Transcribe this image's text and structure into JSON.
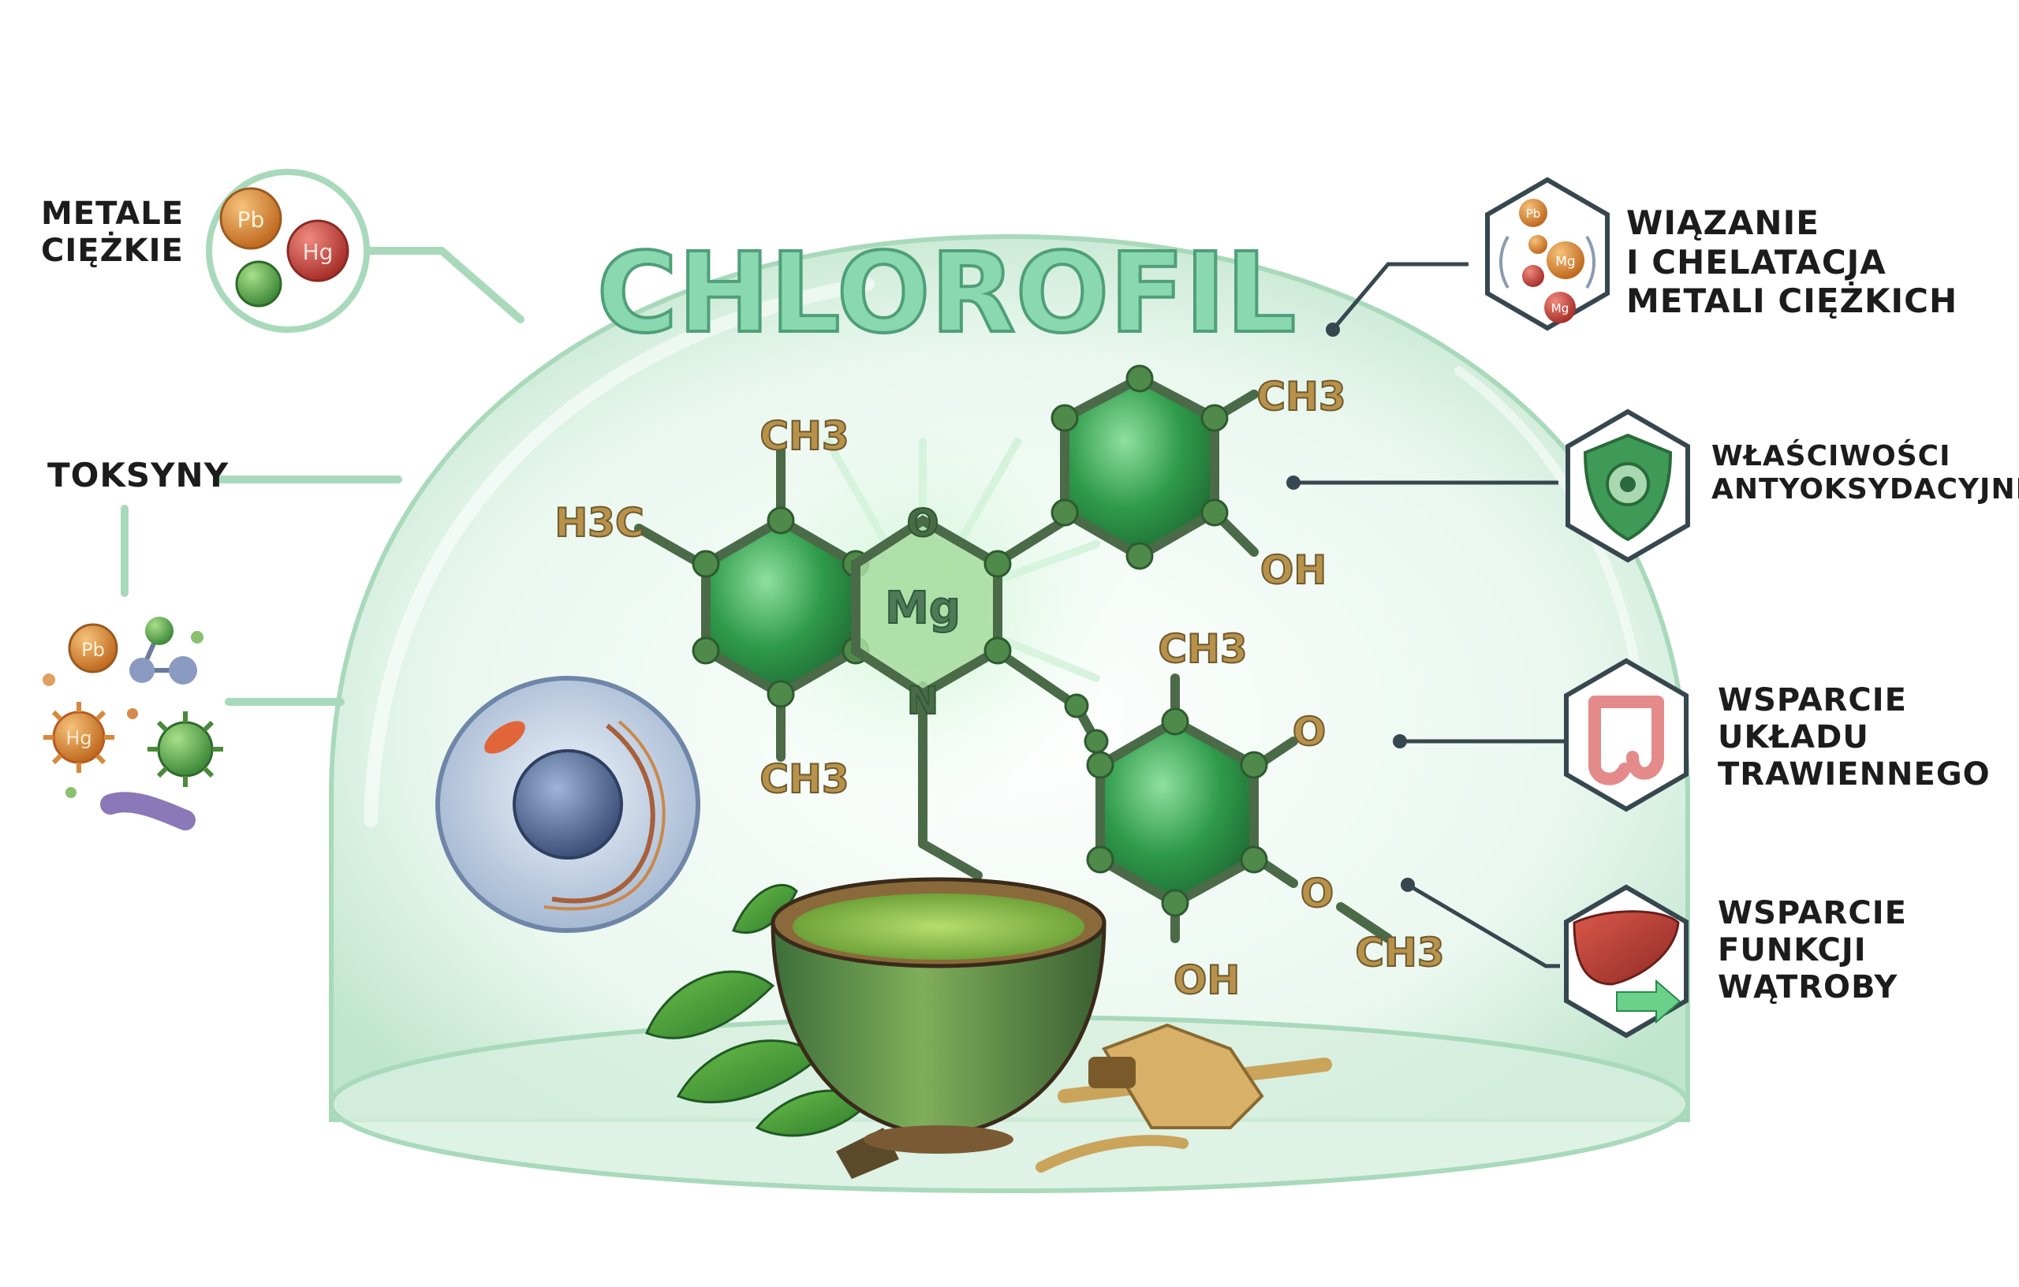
{
  "title": "CHLOROFIL",
  "left_labels": {
    "heavy_metals": [
      "METALE",
      "CIĘŻKIE"
    ],
    "toxins": "TOKSYNY"
  },
  "right_labels": {
    "chelation": [
      "WIĄZANIE",
      "I CHELATACJA",
      "METALI CIĘŻKICH"
    ],
    "antioxidant": [
      "WŁAŚCIWOŚCI",
      "ANTYOKSYDACYJNE"
    ],
    "digestion": [
      "WSPARCIE",
      "UKŁADU",
      "TRAWIENNEGO"
    ],
    "liver": [
      "WSPARCIE",
      "FUNKCJI",
      "WĄTROBY"
    ]
  },
  "molecule_labels": {
    "center": "Mg",
    "ch3_top": "CH3",
    "h3c_left": "H3C",
    "o_ring": "O",
    "n_ring": "N",
    "ch3_bottom": "CH3",
    "ch3_upper_right": "CH3",
    "oh_upper_right": "OH",
    "ch3_lower_top": "CH3",
    "o_lower_right": "O",
    "o_lower_mid": "O",
    "ch3_lower_right": "CH3",
    "oh_lower": "OH"
  },
  "element_badges": {
    "lead": "Pb",
    "mercury": "Hg",
    "magnesium": "Mg"
  },
  "colors": {
    "dome": "#cfeede",
    "title": "#8ad8b0",
    "ring": "#2f8f48",
    "bond": "#4a6a48",
    "label_gold": "#b8924a",
    "lead": "#d7883a",
    "mercury": "#c9453a",
    "connector": "#37474f"
  }
}
